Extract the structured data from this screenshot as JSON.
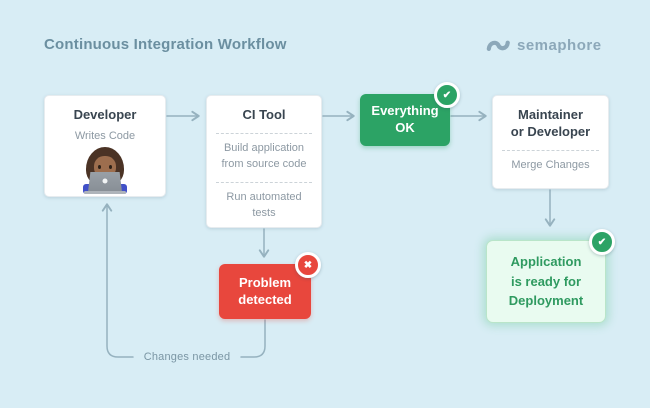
{
  "title": "Continuous Integration Workflow",
  "logo": {
    "text": "semaphore",
    "icon": "semaphore-swoosh-icon"
  },
  "colors": {
    "background": "#d8edf5",
    "success_green": "#2ca365",
    "error_red": "#e8473d",
    "mint_background": "#e9fbf0",
    "mint_text": "#2f9a60",
    "heading_text": "#394550",
    "muted_text": "#8d99a3",
    "line_gray_blue": "#96b2bf",
    "title_text": "#6b8fa0"
  },
  "nodes": {
    "developer": {
      "title": "Developer",
      "subtitle": "Writes Code",
      "emoji": "technologist-at-laptop"
    },
    "ci_tool": {
      "title": "CI Tool",
      "steps": [
        "Build application\nfrom source code",
        "Run automated\ntests"
      ]
    },
    "everything_ok": {
      "label": "Everything\nOK",
      "status_icon": "check-icon"
    },
    "maintainer": {
      "title": "Maintainer\nor Developer",
      "subtitle": "Merge Changes"
    },
    "problem": {
      "label": "Problem\ndetected",
      "status_icon": "cross-icon"
    },
    "deploy_ready": {
      "label": "Application\nis ready for\nDeployment",
      "status_icon": "check-icon"
    }
  },
  "edges": {
    "changes_needed_label": "Changes needed"
  },
  "icons": {
    "check_glyph": "✔",
    "cross_glyph": "✖"
  }
}
